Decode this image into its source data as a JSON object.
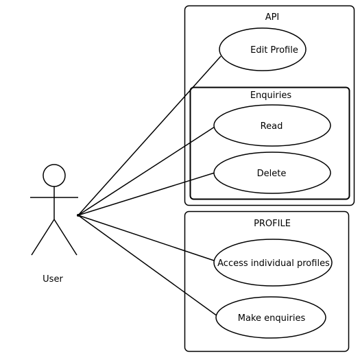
{
  "actor": {
    "label": "User"
  },
  "boundaries": {
    "api": {
      "title": "API",
      "use_cases": {
        "edit_profile": "Edit Profile"
      },
      "enquiries": {
        "title": "Enquiries",
        "use_cases": {
          "read": "Read",
          "delete": "Delete"
        }
      }
    },
    "profile": {
      "title": "PROFILE",
      "use_cases": {
        "access_profiles": "Access individual profiles",
        "make_enquiries": "Make enquiries"
      }
    }
  }
}
